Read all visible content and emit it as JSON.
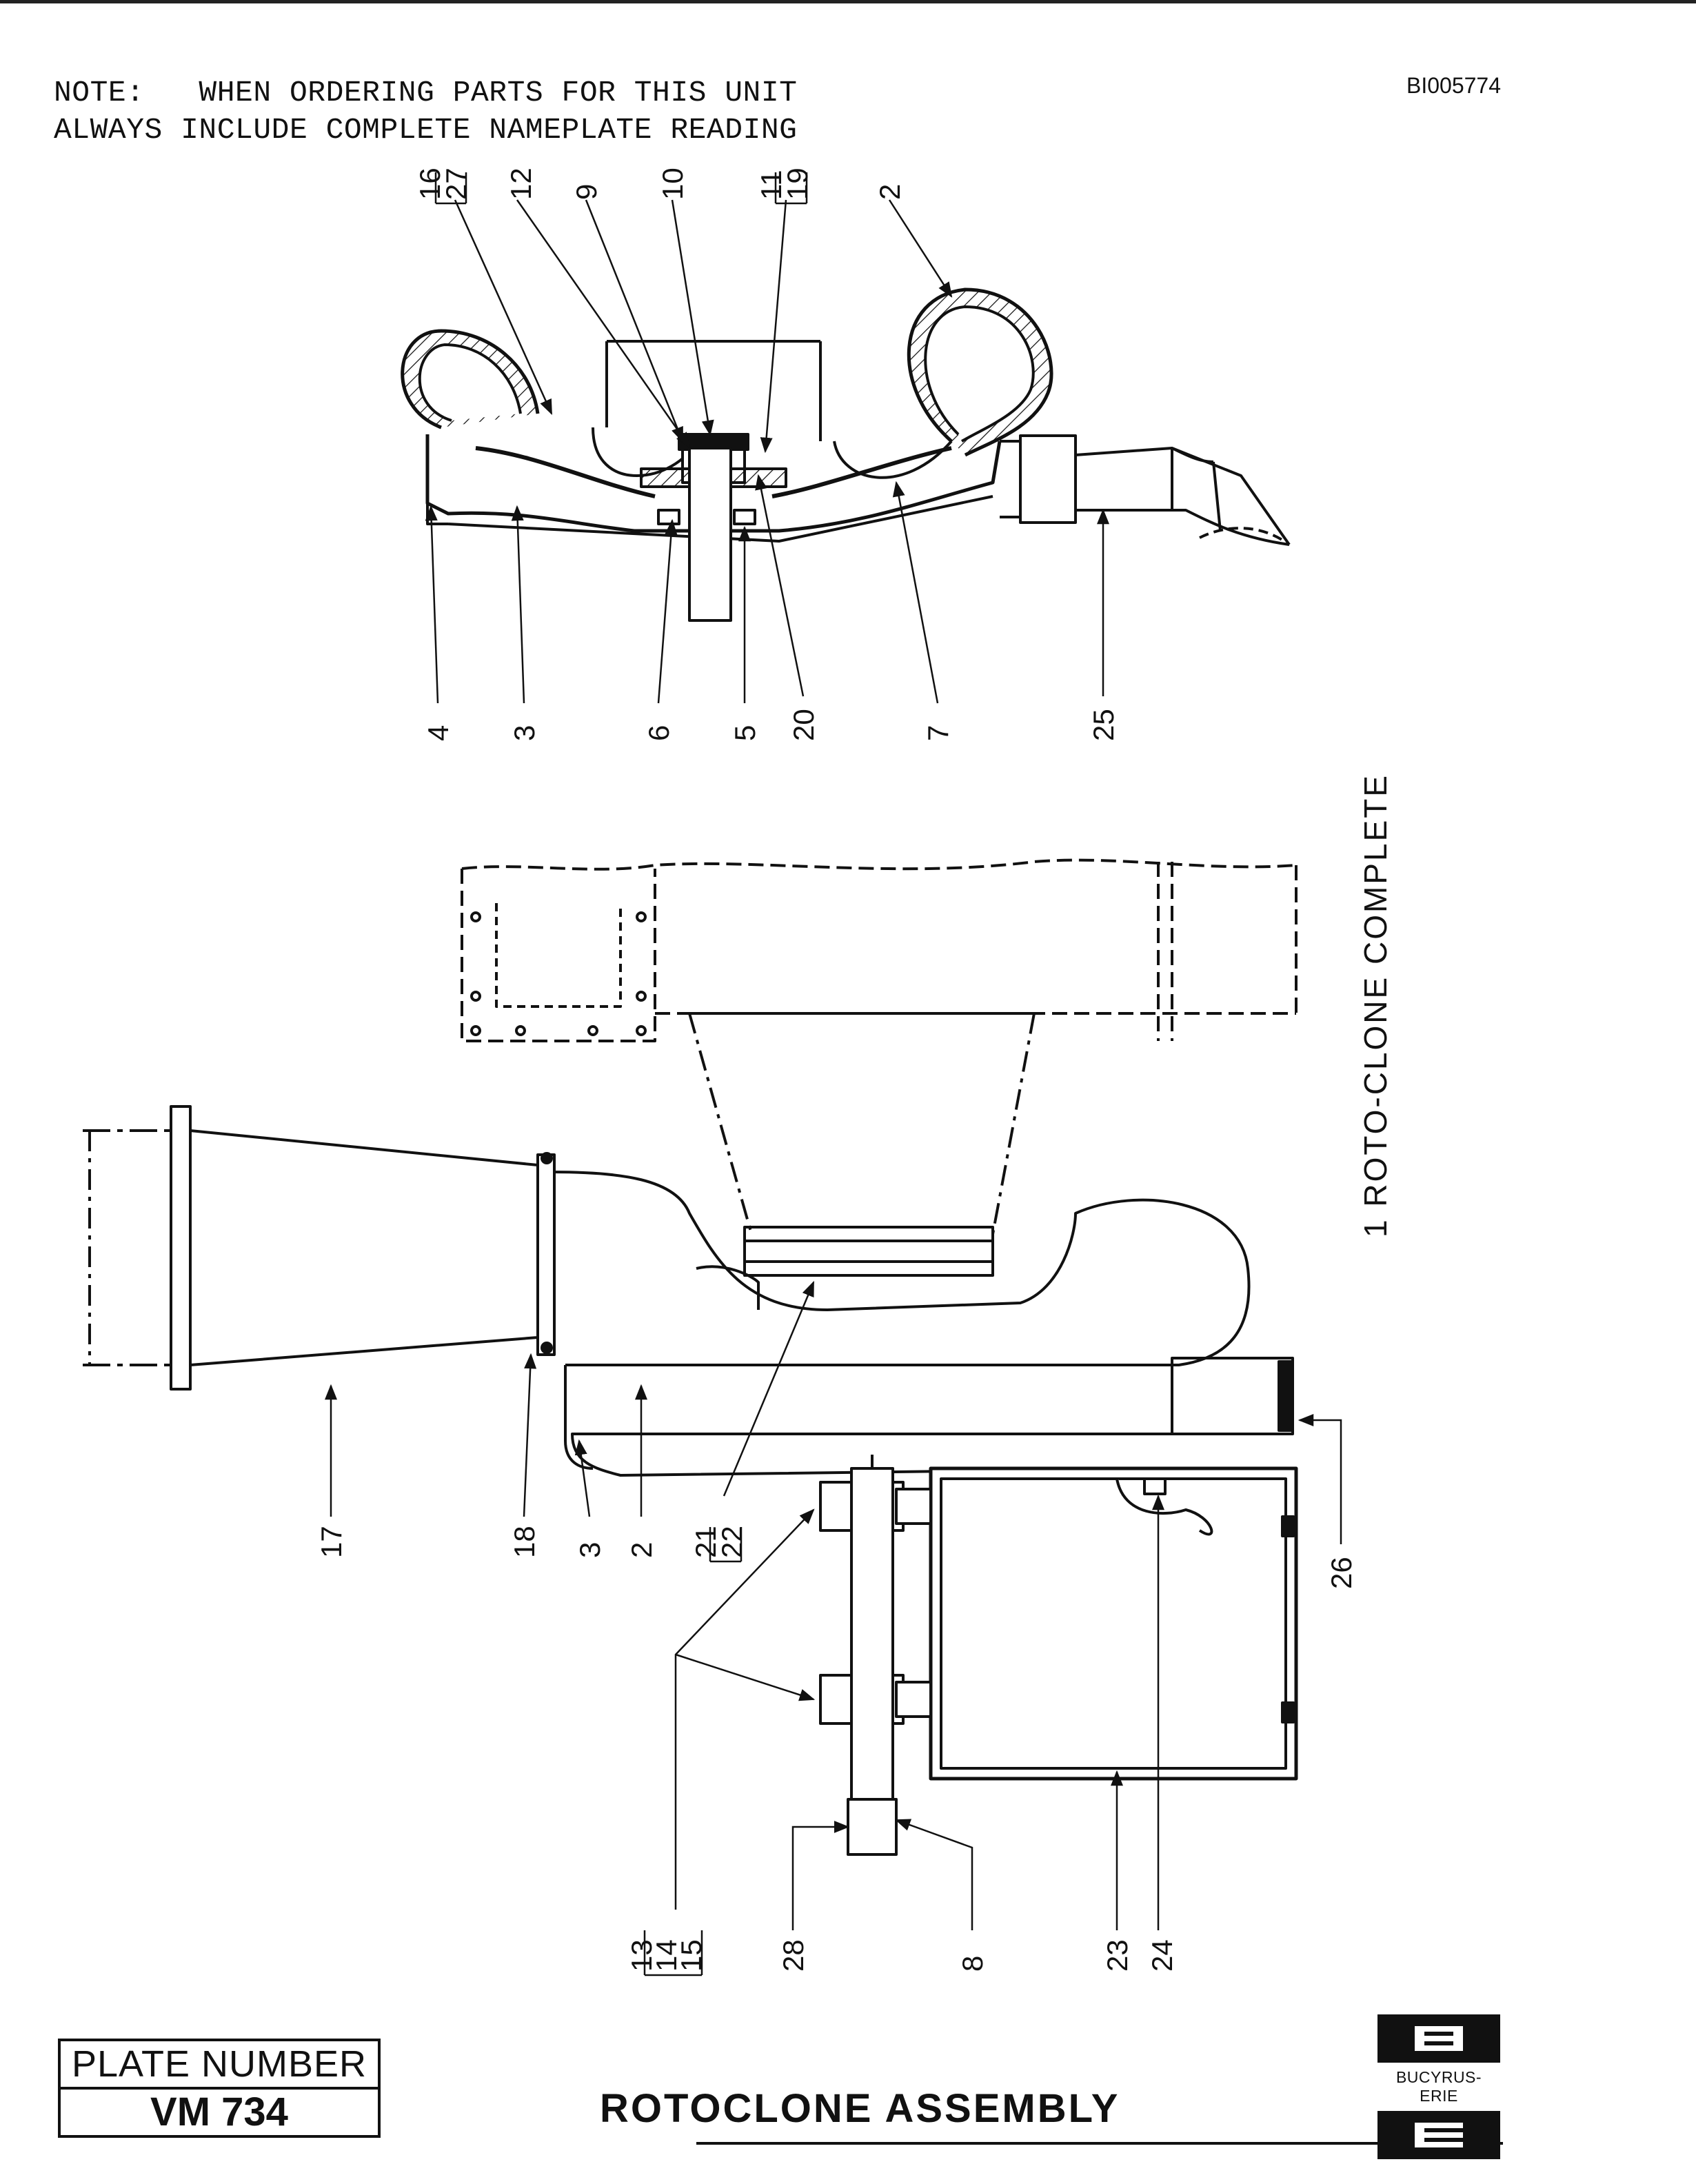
{
  "header": {
    "note": "NOTE:   WHEN ORDERING PARTS FOR THIS UNIT\nALWAYS INCLUDE COMPLETE NAMEPLATE READING",
    "doc_id": "BI005774"
  },
  "assembly_label": "1 ROTO-CLONE COMPLETE",
  "callouts": {
    "p16_27": [
      "16",
      "27"
    ],
    "p12": "12",
    "p9": "9",
    "p10": "10",
    "p11_19": [
      "11",
      "19"
    ],
    "p2_top": "2",
    "p4": "4",
    "p3_top": "3",
    "p6": "6",
    "p5": "5",
    "p20": "20",
    "p7": "7",
    "p25": "25",
    "p17": "17",
    "p18": "18",
    "p3_bottom": "3",
    "p2_bottom": "2",
    "p21_22": [
      "21",
      "22"
    ],
    "p26": "26",
    "p13_14_15": [
      "13",
      "14",
      "15"
    ],
    "p28": "28",
    "p8": "8",
    "p23": "23",
    "p24": "24"
  },
  "footer": {
    "plate_label": "PLATE NUMBER",
    "plate_number": "VM 734",
    "title": "ROTOCLONE   ASSEMBLY",
    "brand": "BUCYRUS-ERIE"
  }
}
